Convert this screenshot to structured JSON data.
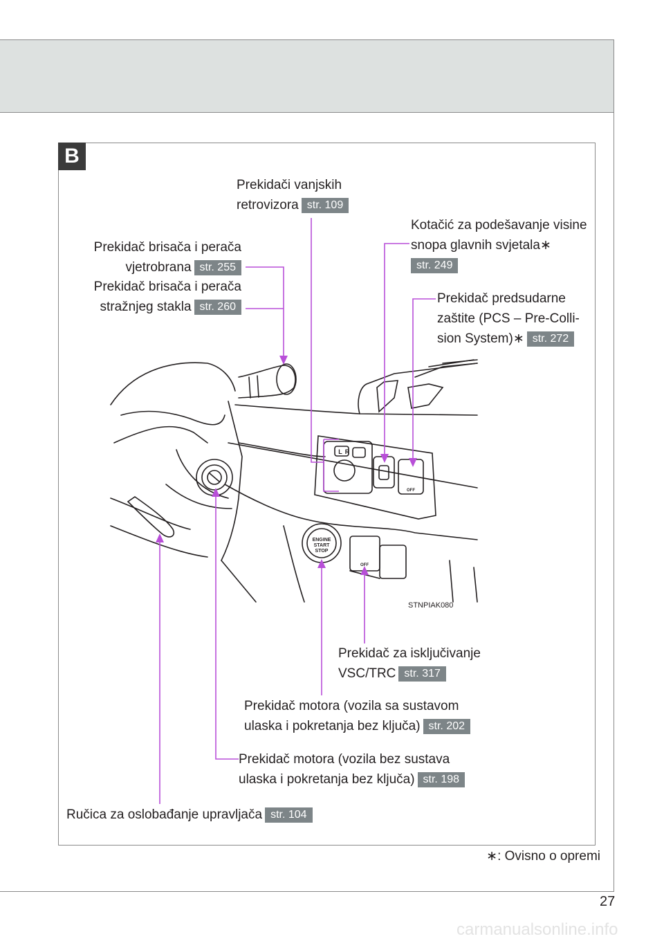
{
  "section_badge": "B",
  "labels": {
    "mirror": {
      "line1": "Prekidači vanjskih",
      "line2": "retrovizora",
      "ref": "str. 109"
    },
    "wiper_front": {
      "line1": "Prekidač brisača i perača",
      "line2": "vjetrobrana",
      "ref": "str. 255"
    },
    "wiper_rear": {
      "line1": "Prekidač brisača i perača",
      "line2": "stražnjeg stakla",
      "ref": "str. 260"
    },
    "headlight": {
      "line1": "Kotačić za podešavanje visine",
      "line2": "snopa glavnih svjetala",
      "marker": "∗",
      "ref": "str. 249"
    },
    "pcs": {
      "line1": "Prekidač predsudarne",
      "line2": "zaštite (PCS – Pre-Colli-",
      "line3": "sion System)",
      "marker": "∗",
      "ref": "str. 272"
    },
    "vsc": {
      "line1": "Prekidač za isključivanje",
      "line2": "VSC/TRC",
      "ref": "str. 317"
    },
    "engine_smart": {
      "line1": "Prekidač motora (vozila sa sustavom",
      "line2": "ulaska i pokretanja bez ključa)",
      "ref": "str. 202"
    },
    "engine_key": {
      "line1": "Prekidač motora (vozila bez sustava",
      "line2": "ulaska i pokretanja bez ključa)",
      "ref": "str. 198"
    },
    "tilt": {
      "line1": "Ručica za oslobađanje upravljača",
      "ref": "str. 104"
    }
  },
  "image_code": "STNPIAK080",
  "switch_text": {
    "engine_line1": "ENGINE",
    "engine_line2": "START",
    "engine_line3": "STOP",
    "mirror_l": "L",
    "mirror_r": "R",
    "off": "OFF"
  },
  "footnote": {
    "marker": "∗",
    "text": ": Ovisno o opremi"
  },
  "page_number": "27",
  "watermark": "carmanualsonline.info",
  "colors": {
    "leader": "#b84fd8",
    "ref_badge": "#7d8588",
    "header_band": "#dde1e0"
  }
}
